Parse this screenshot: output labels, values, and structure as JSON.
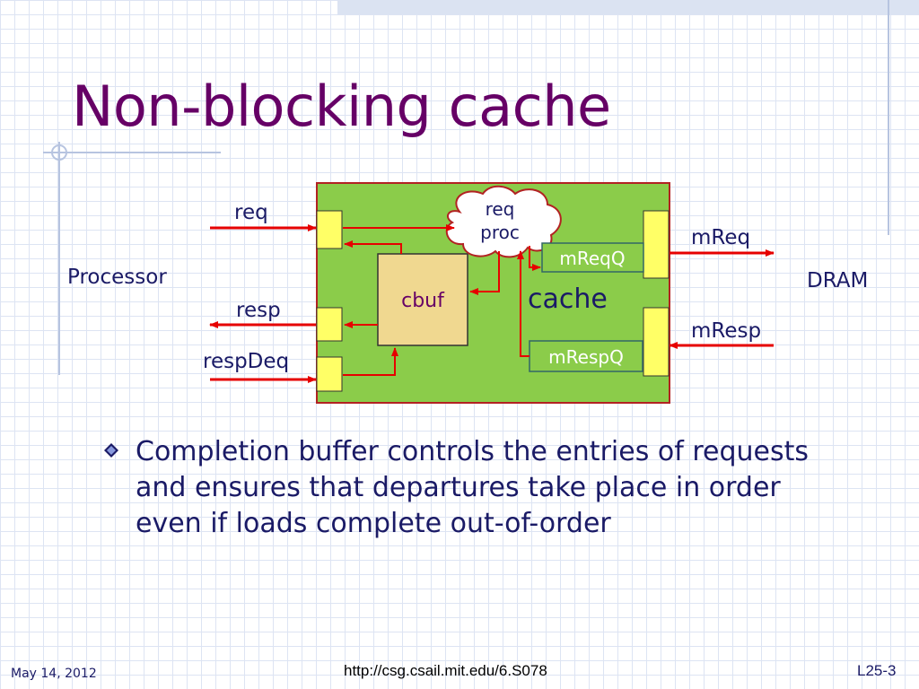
{
  "slide": {
    "title": "Non-blocking cache",
    "bullet": "Completion buffer controls the entries of requests and ensures that departures take place in order even if loads complete out-of-order"
  },
  "diagram": {
    "left_label": "Processor",
    "right_label": "DRAM",
    "cache_label": "cache",
    "cbuf_label": "cbuf",
    "reqproc_line1": "req",
    "reqproc_line2": "proc",
    "mreqq_label": "mReqQ",
    "mrespq_label": "mRespQ",
    "ports": {
      "req": "req",
      "resp": "resp",
      "respdeq": "respDeq",
      "mreq": "mReq",
      "mresp": "mResp"
    }
  },
  "footer": {
    "date": "May 14, 2012",
    "url": "http://csg.csail.mit.edu/6.S078",
    "page": "L25-3"
  },
  "colors": {
    "title": "#660066",
    "cache_fill": "#8bcc4a",
    "cbuf_fill": "#f0d890",
    "port_fill": "#ffff66",
    "arrow": "#e60000",
    "queue_border": "#336666"
  }
}
